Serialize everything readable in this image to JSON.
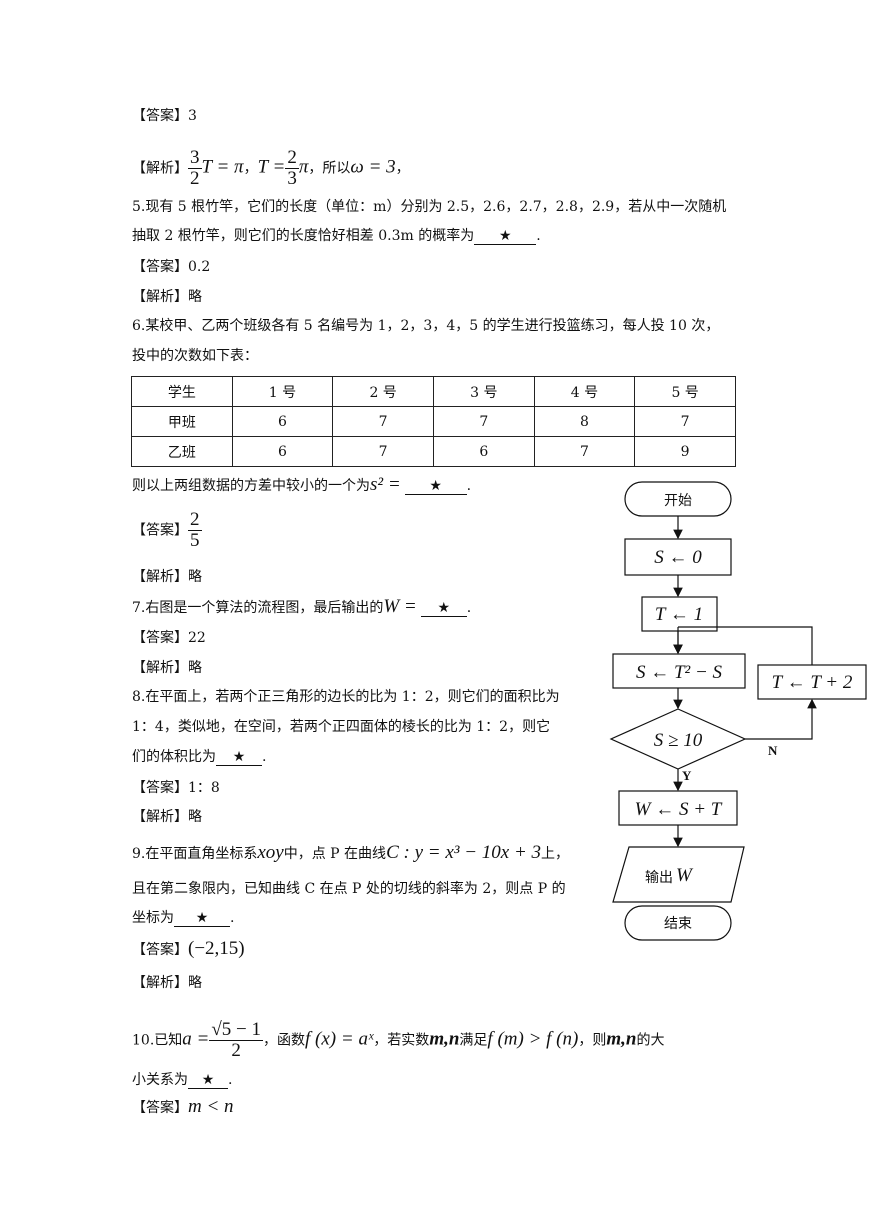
{
  "lines": {
    "l1_ans_tag": "【答案】",
    "l1_ans": "3",
    "l2_tag": "【解析】",
    "l2_frac1_num": "3",
    "l2_frac1_den": "2",
    "l2_part1": "T = π",
    "l2_sep1": "，",
    "l2_part2": "T =",
    "l2_frac2_num": "2",
    "l2_frac2_den": "3",
    "l2_part3": "π",
    "l2_sep2": "，所以",
    "l2_part4": "ω = 3",
    "l2_end": "，",
    "q5_line1": "5.现有 5 根竹竿，它们的长度（单位：m）分别为 2.5，2.6，2.7，2.8，2.9，若从中一次随机",
    "q5_line2": "抽取 2 根竹竿，则它们的长度恰好相差 0.3m 的概率为",
    "q5_end": ".",
    "q5_ans_tag": "【答案】",
    "q5_ans": "0.2",
    "q5_exp_tag": "【解析】",
    "q5_exp": "略",
    "q6_line1": "6.某校甲、乙两个班级各有 5 名编号为 1，2，3，4，5 的学生进行投篮练习，每人投 10 次，",
    "q6_line2": "投中的次数如下表：",
    "q6_after": "则以上两组数据的方差中较小的一个为",
    "q6_s2": "s² =",
    "q6_end": ".",
    "q6_ans_tag": "【答案】",
    "q6_ans_num": "2",
    "q6_ans_den": "5",
    "q6_exp_tag": "【解析】",
    "q6_exp": "略",
    "q7_line": "7.右图是一个算法的流程图，最后输出的",
    "q7_w": "W =",
    "q7_end": ".",
    "q7_ans_tag": "【答案】",
    "q7_ans": "22",
    "q7_exp_tag": "【解析】",
    "q7_exp": "略",
    "q8_line1": "8.在平面上，若两个正三角形的边长的比为 1：2，则它们的面积比为",
    "q8_line2": "1：4，类似地，在空间，若两个正四面体的棱长的比为 1：2，则它",
    "q8_line3": "们的体积比为",
    "q8_end": ".",
    "q8_ans_tag": "【答案】",
    "q8_ans": "1：8",
    "q8_exp_tag": "【解析】",
    "q8_exp": "略",
    "q9_line1a": "9.在平面直角坐标系",
    "q9_xoy": "xoy",
    "q9_line1b": "中，点 P 在曲线",
    "q9_curve": "C : y = x³ − 10x + 3",
    "q9_line1c": "上，",
    "q9_line2": "且在第二象限内，已知曲线 C 在点 P 处的切线的斜率为 2，则点 P 的",
    "q9_line3": "坐标为",
    "q9_end": ".",
    "q9_ans_tag": "【答案】",
    "q9_ans": "(−2,15)",
    "q9_exp_tag": "【解析】",
    "q9_exp": "略",
    "q10_a": "10.已知",
    "q10_aeq": "a =",
    "q10_num": "√5 − 1",
    "q10_den": "2",
    "q10_b": "，函数",
    "q10_f": "f (x) = aˣ",
    "q10_c": "，若实数",
    "q10_mn": "m,n",
    "q10_d": "满足",
    "q10_ineq": "f (m) > f (n)",
    "q10_e": "，则",
    "q10_mn2": "m,n",
    "q10_f2": "的大",
    "q10_line2": "小关系为",
    "q10_end": ".",
    "q10_ans_tag": "【答案】",
    "q10_ans": "m < n",
    "star": "★"
  },
  "table": {
    "header": [
      "学生",
      "1 号",
      "2 号",
      "3 号",
      "4 号",
      "5 号"
    ],
    "rows": [
      [
        "甲班",
        "6",
        "7",
        "7",
        "8",
        "7"
      ],
      [
        "乙班",
        "6",
        "7",
        "6",
        "7",
        "9"
      ]
    ]
  },
  "flowchart": {
    "start": "开始",
    "s0": "S ← 0",
    "t1": "T ← 1",
    "update_s": "S ← T² − S",
    "update_t": "T ← T + 2",
    "cond": "S ≥ 10",
    "no": "N",
    "yes": "Y",
    "w": "W ← S + T",
    "output_label": "输出",
    "output_var": "W",
    "end": "结束"
  }
}
